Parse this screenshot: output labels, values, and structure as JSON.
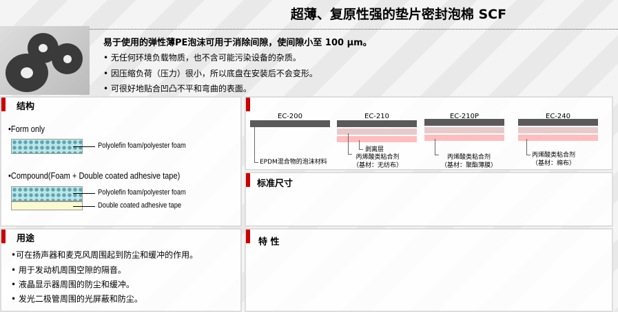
{
  "title": "超薄、复原性强的垫片密封泡棉 SCF",
  "intro": {
    "lead": "易于使用的弹性薄PE泡沫可用于消除间隙，使间隙小至 100 µm。",
    "bullets": [
      "• 无任何环境负载物质，也不含可能污染设备的杂质。",
      "• 因压缩负荷（压力）很小，所以底盘在安装后不会变形。",
      "• 可很好地贴合凹凸不平和弯曲的表面。"
    ]
  },
  "structure": {
    "heading": "结构",
    "form_only": "•Form only",
    "foam_label": "Polyolefin foam/polyester foam",
    "compound": "•Compound(Foam + Double coated adhesive tape)",
    "foam_label2": "Polyolefin foam/polyester foam",
    "tape_label": "Double coated adhesive tape"
  },
  "products": [
    {
      "name": "EC-200",
      "ann": "EPDM混合物的泡沫材料"
    },
    {
      "name": "EC-210",
      "ann_release": "剥离层",
      "ann": "丙烯酸类粘合剂",
      "sub": "（基材：无纺布）"
    },
    {
      "name": "EC-210P",
      "ann": "丙烯酸类粘合剂",
      "sub": "（基材：聚酯薄膜）"
    },
    {
      "name": "EC-240",
      "ann": "丙烯酸类粘合剂",
      "sub": "（基材：棉布）"
    }
  ],
  "standard": {
    "heading": "标准尺寸"
  },
  "uses": {
    "heading": "用途",
    "items": [
      "•可在扬声器和麦克风周围起到防尘和缓冲的作用。",
      "• 用于发动机周围空隙的隔音。",
      "• 液晶显示器周围的防尘和缓冲。",
      "• 发光二极管周围的光屏蔽和防尘。"
    ]
  },
  "props": {
    "heading": "特 性"
  },
  "colors": {
    "accent": "#cc0000"
  }
}
